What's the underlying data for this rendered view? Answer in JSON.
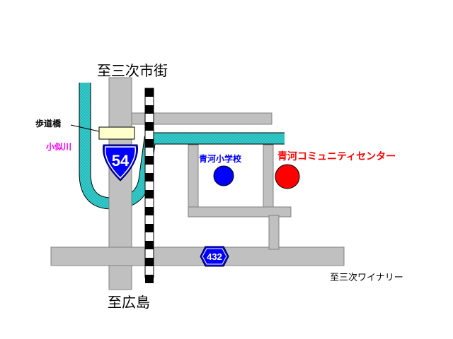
{
  "labels": {
    "north": "至三次市街",
    "south": "至広島",
    "east": "至三次ワイナリー",
    "footbridge": "歩道橋",
    "river": "小似川",
    "school": "青河小学校",
    "community_center": "青河コミュニティセンター"
  },
  "route_shields": {
    "national": "54",
    "prefectural": "432"
  },
  "colors": {
    "road": "#c0c0c0",
    "road_edge": "#808080",
    "river": "#33cccc",
    "school_marker": "#0000ff",
    "center_marker": "#ff0000",
    "river_label": "#ff00ff",
    "school_label": "#0000ff",
    "center_label": "#ff0000",
    "shield": "#0000ff",
    "railway": "#000000"
  },
  "icons": {
    "national_route": "national-route-shield-icon",
    "prefectural_route": "prefectural-route-hexagon-icon",
    "school": "blue-circle-icon",
    "community_center": "red-circle-icon"
  }
}
